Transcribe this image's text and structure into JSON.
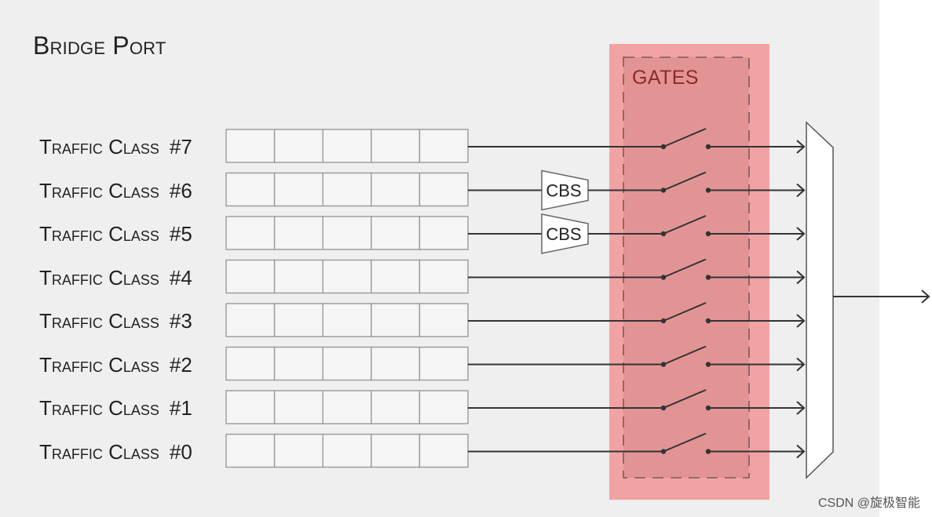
{
  "title": "Bridge Port",
  "gates_label": "GATES",
  "cbs_label": "CBS",
  "traffic_classes": [
    {
      "label": "Traffic Class",
      "number": "#7",
      "cbs": false
    },
    {
      "label": "Traffic Class",
      "number": "#6",
      "cbs": true
    },
    {
      "label": "Traffic Class",
      "number": "#5",
      "cbs": true
    },
    {
      "label": "Traffic Class",
      "number": "#4",
      "cbs": false
    },
    {
      "label": "Traffic Class",
      "number": "#3",
      "cbs": false
    },
    {
      "label": "Traffic Class",
      "number": "#2",
      "cbs": false
    },
    {
      "label": "Traffic Class",
      "number": "#1",
      "cbs": false
    },
    {
      "label": "Traffic Class",
      "number": "#0",
      "cbs": false
    }
  ],
  "queue_slots_per_class": 5,
  "colors": {
    "gates_fill": "#f1a3a3",
    "gates_label": "#8a2a2a",
    "line": "#333333",
    "queue_fill": "#f5f5f6",
    "queue_border": "#9a9a9a",
    "panel_background": "#efeff0"
  },
  "watermark": "CSDN @旋极智能"
}
